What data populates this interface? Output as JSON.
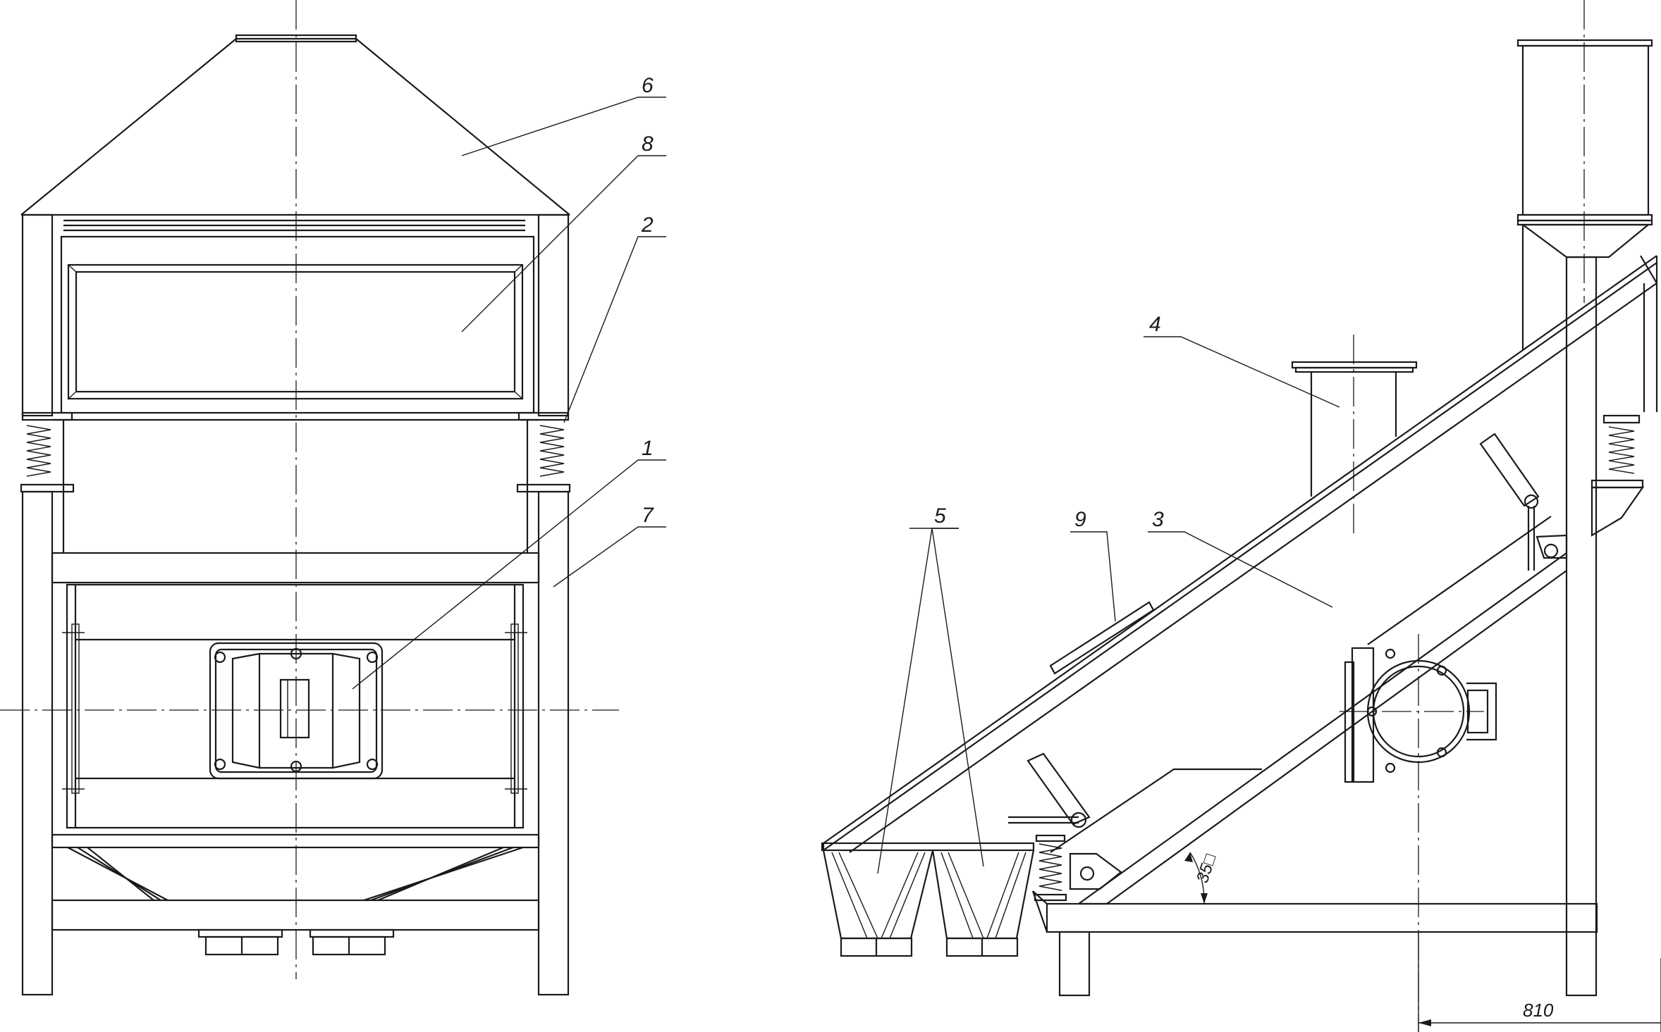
{
  "drawing": {
    "line_color": "#1a1a1a",
    "background": "#ffffff",
    "front_view": {
      "callouts": [
        "6",
        "8",
        "2",
        "1",
        "7"
      ]
    },
    "side_view": {
      "callouts": [
        "4",
        "5",
        "9",
        "3"
      ],
      "angle_label": "35□",
      "dimension_label": "810"
    }
  }
}
